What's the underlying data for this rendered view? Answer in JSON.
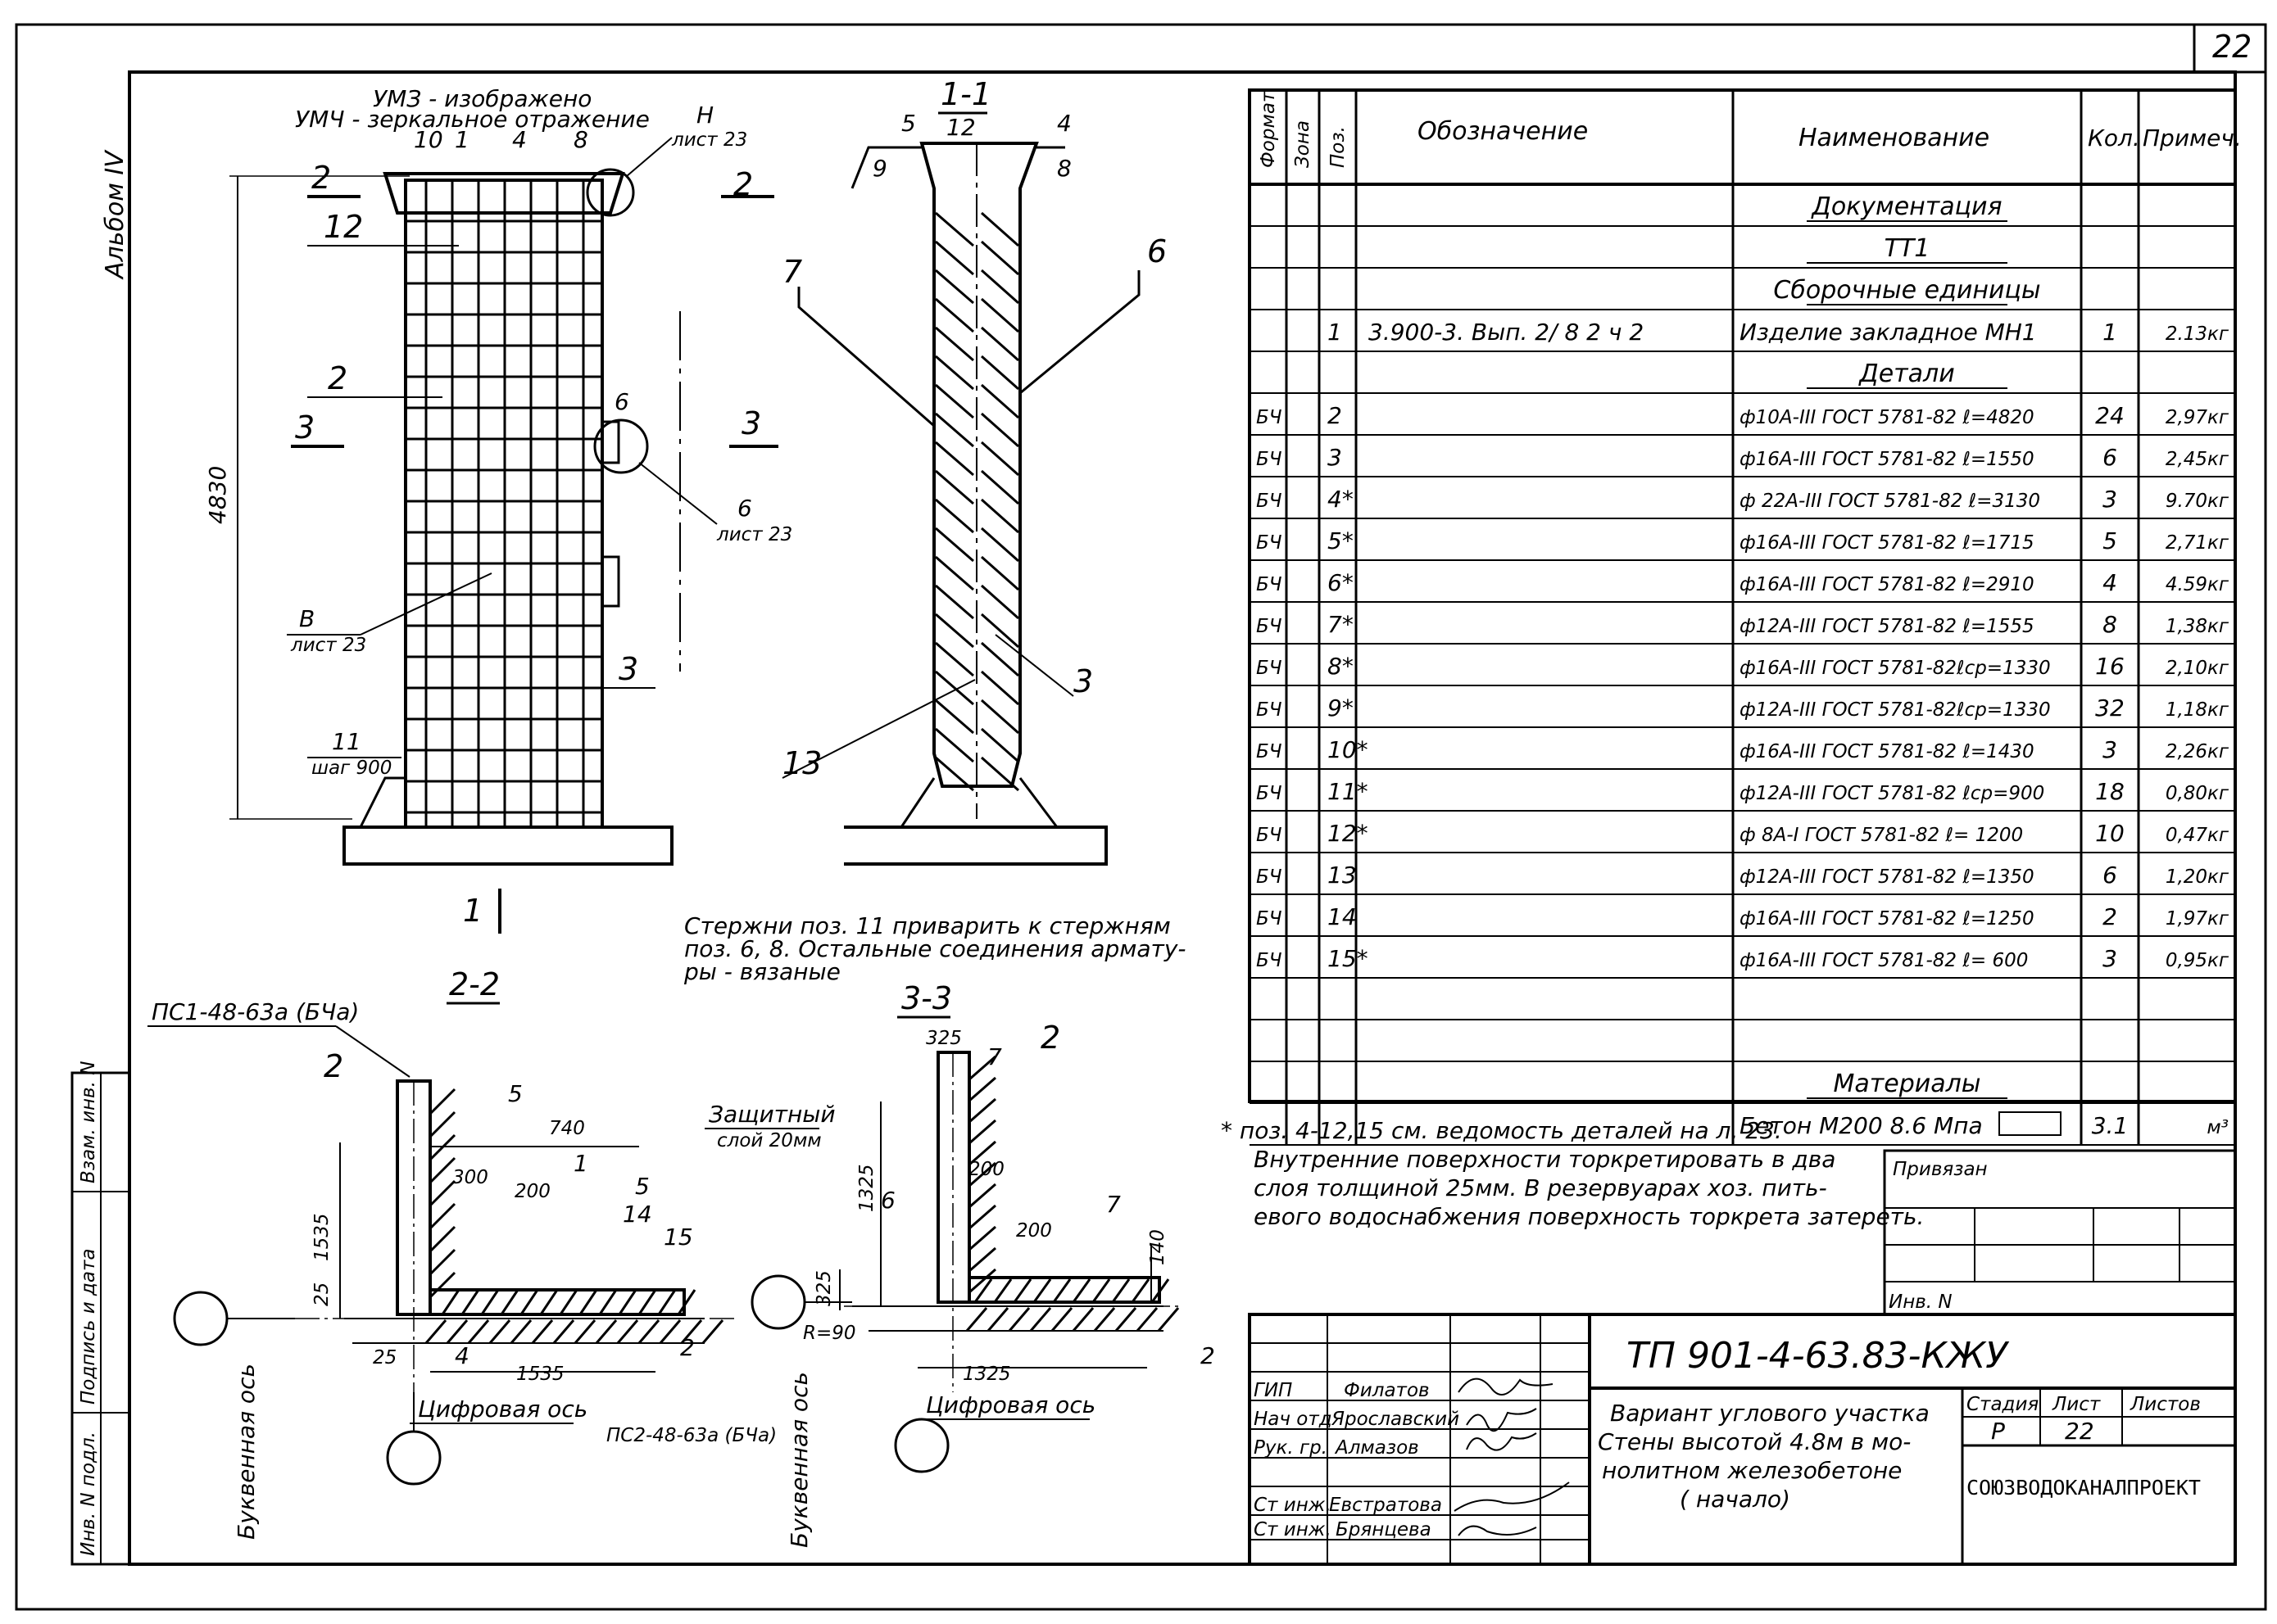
{
  "sheet_number": "22",
  "album_label": "Альбом IV",
  "left_strip": [
    "Инв. N подл.",
    "Подпись и дата",
    "Взам. инв. N"
  ],
  "drawing_main": {
    "note_top_line1": "УМЗ - изображено",
    "note_top_line2": "УМЧ - зеркальное    отражение",
    "label_H": "Н",
    "label_H_sheet": "лист 23",
    "section_2": "2",
    "section_3": "3",
    "section_1": "1",
    "dim_height": "4830",
    "pos_10": "10",
    "pos_1": "1",
    "pos_4": "4",
    "pos_8": "8",
    "pos_12": "12",
    "pos_2": "2",
    "pos_6": "6",
    "pos_3": "3",
    "pos_11": "11",
    "callout_6": "6",
    "callout_6_sheet": "лист 23",
    "callout_B": "В",
    "callout_B_sheet": "лист 23",
    "shag": "шаг 900"
  },
  "drawing_section11": {
    "title": "1-1",
    "pos_5": "5",
    "pos_12": "12",
    "pos_4": "4",
    "pos_9": "9",
    "pos_8": "8",
    "pos_7": "7",
    "pos_6": "6",
    "pos_3": "3",
    "pos_13": "13"
  },
  "weld_note": [
    "Стержни поз. 11 приварить к стержням",
    "поз. 6, 8.  Остальные соединения армату-",
    "ры - вязаные"
  ],
  "section22": {
    "title": "2-2",
    "ps1": "ПС1-48-63а (БЧа)",
    "ps2": "ПС2-48-63а (БЧа)",
    "d740": "740",
    "d1535": "1535",
    "d1535b": "1535",
    "d25": "25",
    "d25b": "25",
    "d200": "200",
    "d300": "300",
    "p2": "2",
    "p5": "5",
    "p1": "1",
    "p5b": "5",
    "p14": "14",
    "p15": "15",
    "p4": "4",
    "p2b": "2",
    "axis_digit": "Цифровая  ось",
    "axis_letter": "Буквенная ось"
  },
  "section33": {
    "title": "3-3",
    "protect_line1": "Защитный",
    "protect_line2": "слой 20мм",
    "d325": "325",
    "d1325": "1325",
    "d1325b": "1325",
    "d325b": "325",
    "d200": "200",
    "d200b": "200",
    "d140": "140",
    "p7": "7",
    "p2": "2",
    "p6": "6",
    "p7b": "7",
    "p2b": "2",
    "radius": "R=90",
    "axis_digit": "Цифровая  ось",
    "axis_letter": "Буквенная ось"
  },
  "spec": {
    "headers": [
      "Формат",
      "Зона",
      "Поз.",
      "Обозначение",
      "Наименование",
      "Кол.",
      "Примеч."
    ],
    "rows": [
      {
        "f": "",
        "z": "",
        "p": "",
        "d": "",
        "n": "Документация",
        "q": "",
        "m": "",
        "h": true
      },
      {
        "f": "",
        "z": "",
        "p": "",
        "d": "",
        "n": "ТТ1",
        "q": "",
        "m": "",
        "h": true
      },
      {
        "f": "",
        "z": "",
        "p": "",
        "d": "",
        "n": "Сборочные  единицы",
        "q": "",
        "m": "",
        "h": true
      },
      {
        "f": "",
        "z": "",
        "p": "1",
        "d": "3.900-3. Вып. 2/ 8 2 ч 2",
        "n": "Изделие  закладное МН1",
        "q": "1",
        "m": "2.13кг",
        "h": false
      },
      {
        "f": "",
        "z": "",
        "p": "",
        "d": "",
        "n": "Детали",
        "q": "",
        "m": "",
        "h": true
      },
      {
        "f": "БЧ",
        "z": "",
        "p": "2",
        "d": "",
        "n": "ф10А-III ГОСТ 5781-82 ℓ=4820",
        "q": "24",
        "m": "2,97кг",
        "h": false
      },
      {
        "f": "БЧ",
        "z": "",
        "p": "3",
        "d": "",
        "n": "ф16А-III ГОСТ 5781-82 ℓ=1550",
        "q": "6",
        "m": "2,45кг",
        "h": false
      },
      {
        "f": "БЧ",
        "z": "",
        "p": "4*",
        "d": "",
        "n": "ф 22А-III ГОСТ 5781-82 ℓ=3130",
        "q": "3",
        "m": "9.70кг",
        "h": false
      },
      {
        "f": "БЧ",
        "z": "",
        "p": "5*",
        "d": "",
        "n": "ф16А-III ГОСТ 5781-82 ℓ=1715",
        "q": "5",
        "m": "2,71кг",
        "h": false
      },
      {
        "f": "БЧ",
        "z": "",
        "p": "6*",
        "d": "",
        "n": "ф16А-III ГОСТ 5781-82 ℓ=2910",
        "q": "4",
        "m": "4.59кг",
        "h": false
      },
      {
        "f": "БЧ",
        "z": "",
        "p": "7*",
        "d": "",
        "n": "ф12А-III ГОСТ 5781-82 ℓ=1555",
        "q": "8",
        "m": "1,38кг",
        "h": false
      },
      {
        "f": "БЧ",
        "z": "",
        "p": "8*",
        "d": "",
        "n": "ф16А-III ГОСТ 5781-82ℓср=1330",
        "q": "16",
        "m": "2,10кг",
        "h": false
      },
      {
        "f": "БЧ",
        "z": "",
        "p": "9*",
        "d": "",
        "n": "ф12А-III ГОСТ 5781-82ℓср=1330",
        "q": "32",
        "m": "1,18кг",
        "h": false
      },
      {
        "f": "БЧ",
        "z": "",
        "p": "10*",
        "d": "",
        "n": "ф16А-III ГОСТ 5781-82 ℓ=1430",
        "q": "3",
        "m": "2,26кг",
        "h": false
      },
      {
        "f": "БЧ",
        "z": "",
        "p": "11*",
        "d": "",
        "n": "ф12А-III ГОСТ 5781-82 ℓср=900",
        "q": "18",
        "m": "0,80кг",
        "h": false
      },
      {
        "f": "БЧ",
        "z": "",
        "p": "12*",
        "d": "",
        "n": "ф 8А-I ГОСТ 5781-82 ℓ= 1200",
        "q": "10",
        "m": "0,47кг",
        "h": false
      },
      {
        "f": "БЧ",
        "z": "",
        "p": "13",
        "d": "",
        "n": "ф12А-III ГОСТ 5781-82 ℓ=1350",
        "q": "6",
        "m": "1,20кг",
        "h": false
      },
      {
        "f": "БЧ",
        "z": "",
        "p": "14",
        "d": "",
        "n": "ф16А-III ГОСТ 5781-82 ℓ=1250",
        "q": "2",
        "m": "1,97кг",
        "h": false
      },
      {
        "f": "БЧ",
        "z": "",
        "p": "15*",
        "d": "",
        "n": "ф16А-III ГОСТ 5781-82 ℓ= 600",
        "q": "3",
        "m": "0,95кг",
        "h": false
      },
      {
        "f": "",
        "z": "",
        "p": "",
        "d": "",
        "n": "",
        "q": "",
        "m": "",
        "h": false
      },
      {
        "f": "",
        "z": "",
        "p": "",
        "d": "",
        "n": "",
        "q": "",
        "m": "",
        "h": false
      },
      {
        "f": "",
        "z": "",
        "p": "",
        "d": "",
        "n": "Материалы",
        "q": "",
        "m": "",
        "h": true
      },
      {
        "f": "",
        "z": "",
        "p": "",
        "d": "",
        "n": "Бетон М200  8.6  Мпа",
        "q": "3.1",
        "m": "м³",
        "h": false
      }
    ]
  },
  "notes": [
    "* поз. 4-12,15  см. ведомость  деталей  на л. 23.",
    "Внутренние  поверхности  торкретировать в два",
    "слоя   толщиной  25мм. В  резервуарах  хоз. пить-",
    "евого водоснабжения  поверхность торкрета затереть."
  ],
  "privyazan": "Привязан",
  "inv_n": "Инв. N",
  "title_block": {
    "code": "ТП 901-4-63.83-КЖУ",
    "desc": [
      "Вариант  углового участка",
      "Стены высотой 4.8м  в мо-",
      "нолитном  железобетоне",
      "( начало)"
    ],
    "stage_h": "Стадия",
    "sheet_h": "Лист",
    "sheets_h": "Листов",
    "stage": "Р",
    "sheet": "22",
    "sheets": "",
    "org": "СОЮЗВОДОКАНАЛПРОЕКТ",
    "people": [
      {
        "role": "ГИП",
        "name": "Филатов"
      },
      {
        "role": "Нач отд",
        "name": "Ярославский"
      },
      {
        "role": "Рук. гр.",
        "name": "Алмазов"
      },
      {
        "role": "",
        "name": ""
      },
      {
        "role": "Ст инж.",
        "name": "Евстратова"
      },
      {
        "role": "Ст инж.",
        "name": "Брянцева"
      }
    ]
  }
}
